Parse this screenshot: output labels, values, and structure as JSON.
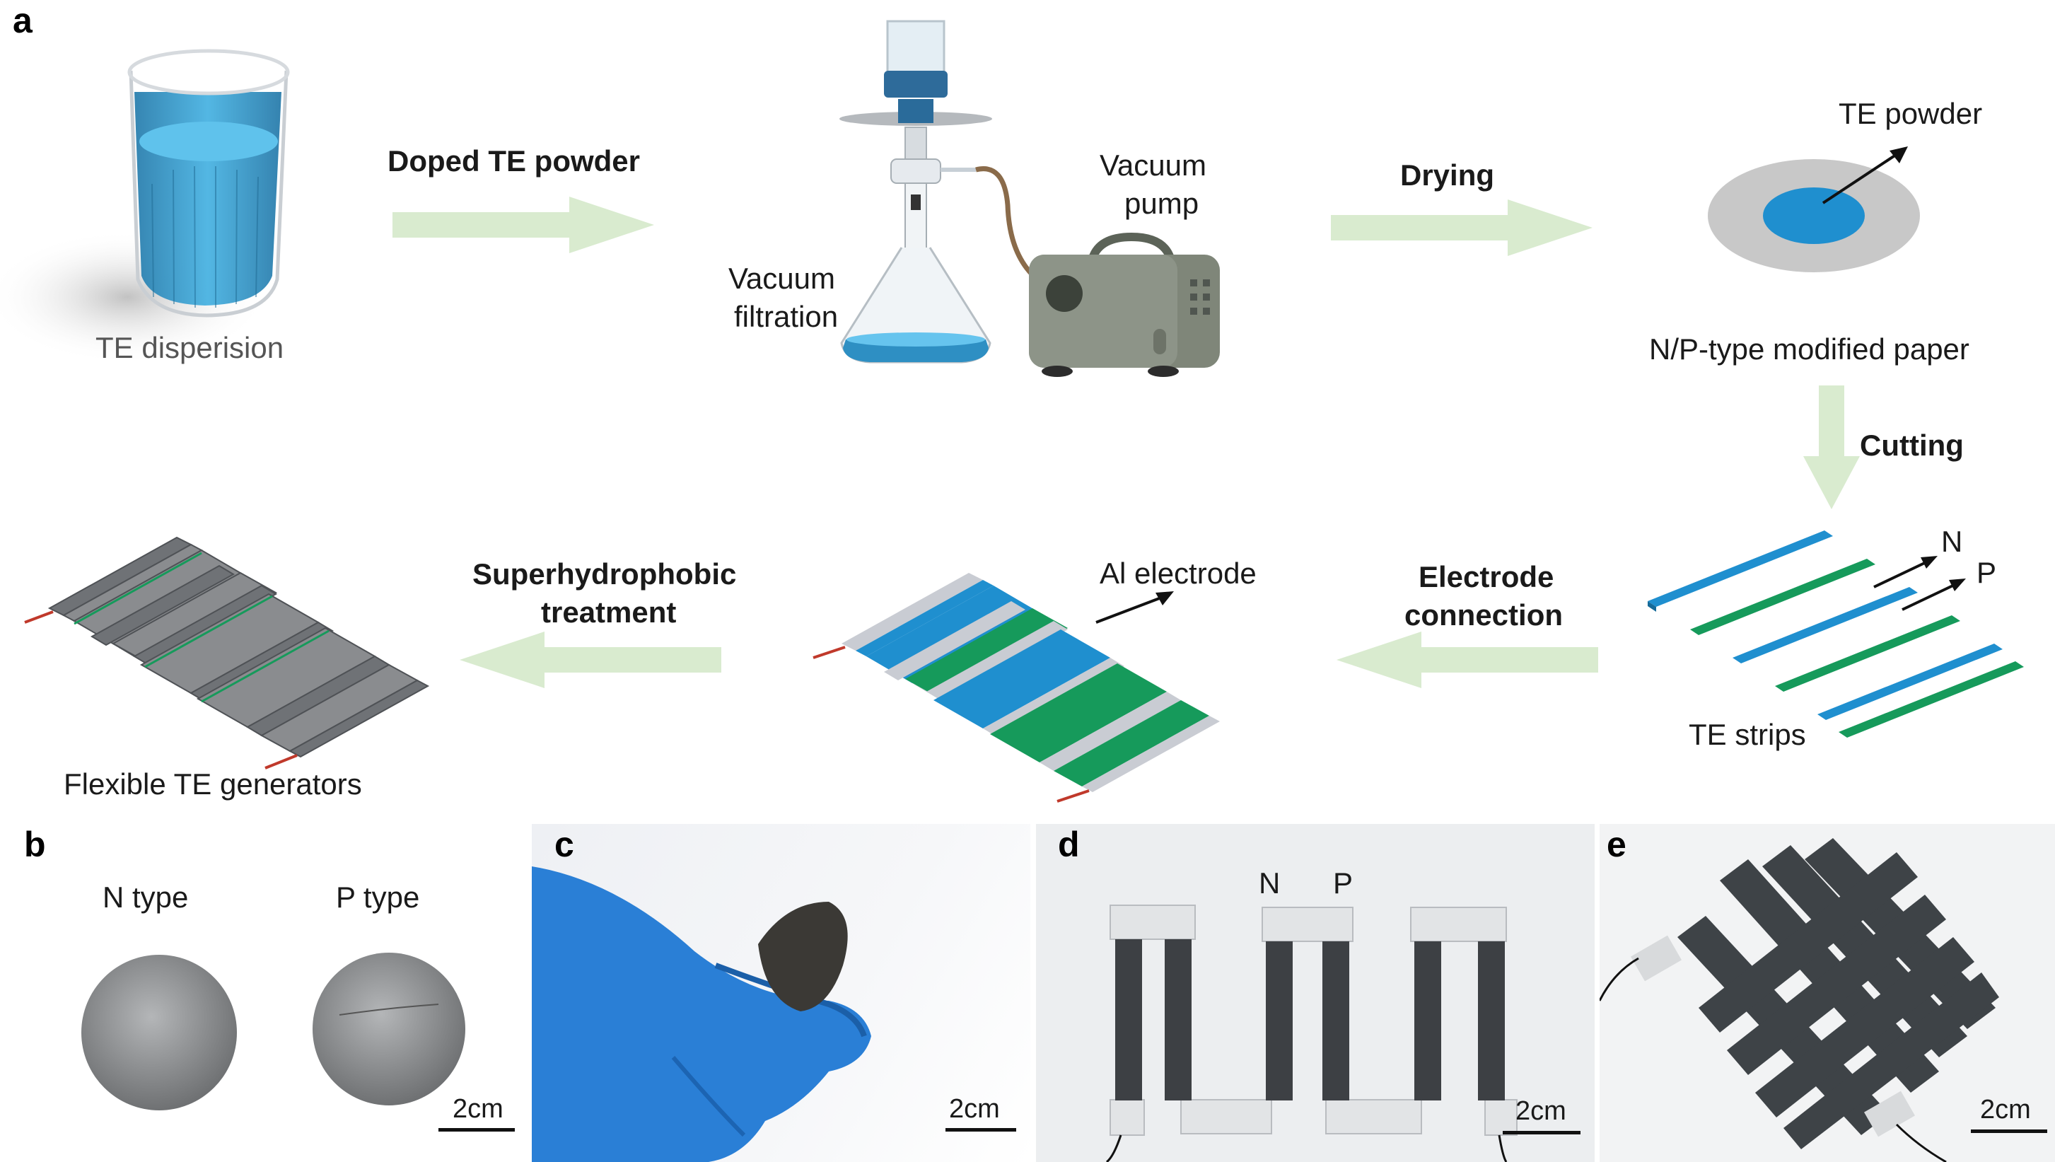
{
  "panel_letters": {
    "a": "a",
    "b": "b",
    "c": "c",
    "d": "d",
    "e": "e"
  },
  "flow": {
    "dispersion_label": "TE disperision",
    "step1": "Doped TE powder",
    "filtration_label_1": "Vacuum",
    "filtration_label_2": "filtration",
    "pump_label_1": "Vacuum",
    "pump_label_2": "pump",
    "step2": "Drying",
    "powder_label": "TE powder",
    "paper_label": "N/P-type modified paper",
    "step3": "Cutting",
    "strip_n": "N",
    "strip_p": "P",
    "strips_label": "TE strips",
    "step4_1": "Electrode",
    "step4_2": "connection",
    "electrode_label": "Al electrode",
    "step5_1": "Superhydrophobic",
    "step5_2": "treatment",
    "generator_label": "Flexible TE generators"
  },
  "photos": {
    "b_n_label": "N type",
    "b_p_label": "P type",
    "b_scale": "2cm",
    "c_scale": "2cm",
    "d_n": "N",
    "d_p": "P",
    "d_scale": "2cm",
    "e_scale": "2cm"
  },
  "colors": {
    "arrow_green": "#d9ebcf",
    "te_blue": "#1f8fcf",
    "te_green": "#169a5b",
    "electrode_gray": "#c9ccd3",
    "paper_gray": "#c8c8c8",
    "pump_gray": "#7d8477"
  }
}
